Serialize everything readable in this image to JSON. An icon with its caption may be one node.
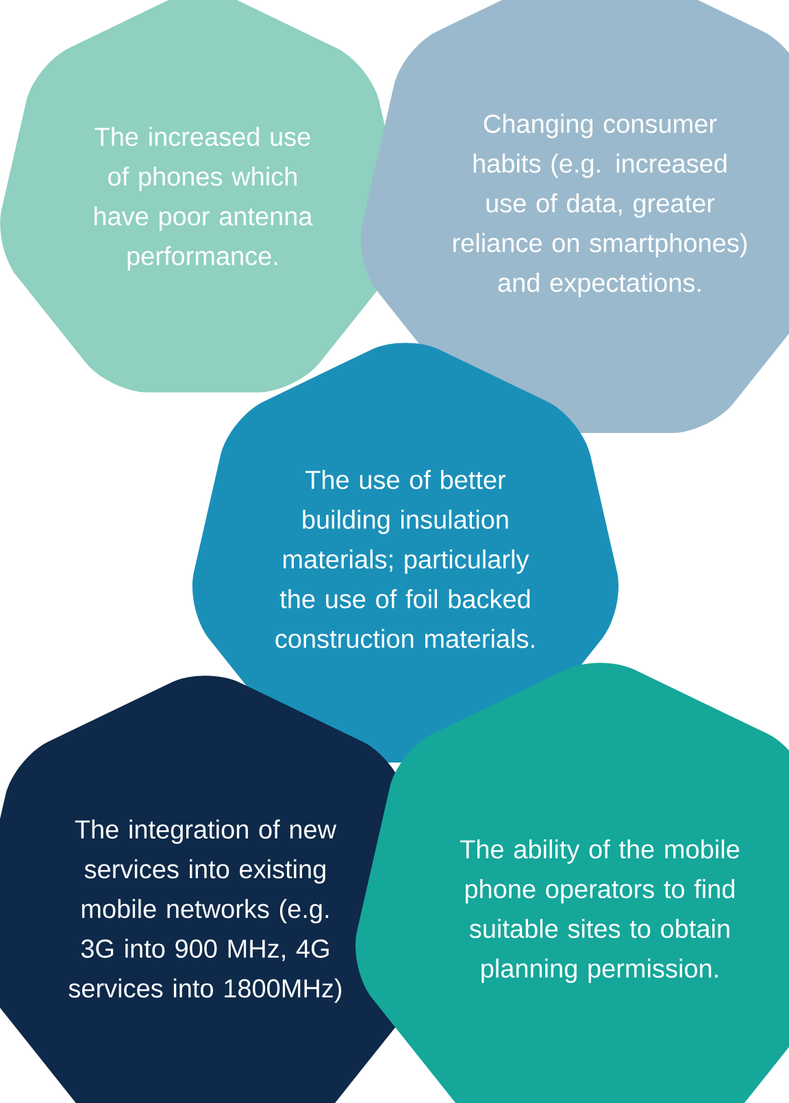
{
  "diagram": {
    "nodes": [
      {
        "text": [
          "The increased use of phones which have poor antenna performance."
        ]
      },
      {
        "text": [
          "Changing consumer habits (e.g. increased use of data, greater reliance on smartphones) and expectations."
        ]
      },
      {
        "text": [
          "The use of better building insulation materials; particularly the use of foil backed construction materials."
        ]
      },
      {
        "text": [
          "The integration of new services into existing mobile networks (e.g. 3G into 900 MHz, 4G services into 1800MHz)"
        ]
      },
      {
        "text": [
          "The ability of the mobile phone operators to find suitable sites to obtain planning permission."
        ]
      }
    ]
  }
}
